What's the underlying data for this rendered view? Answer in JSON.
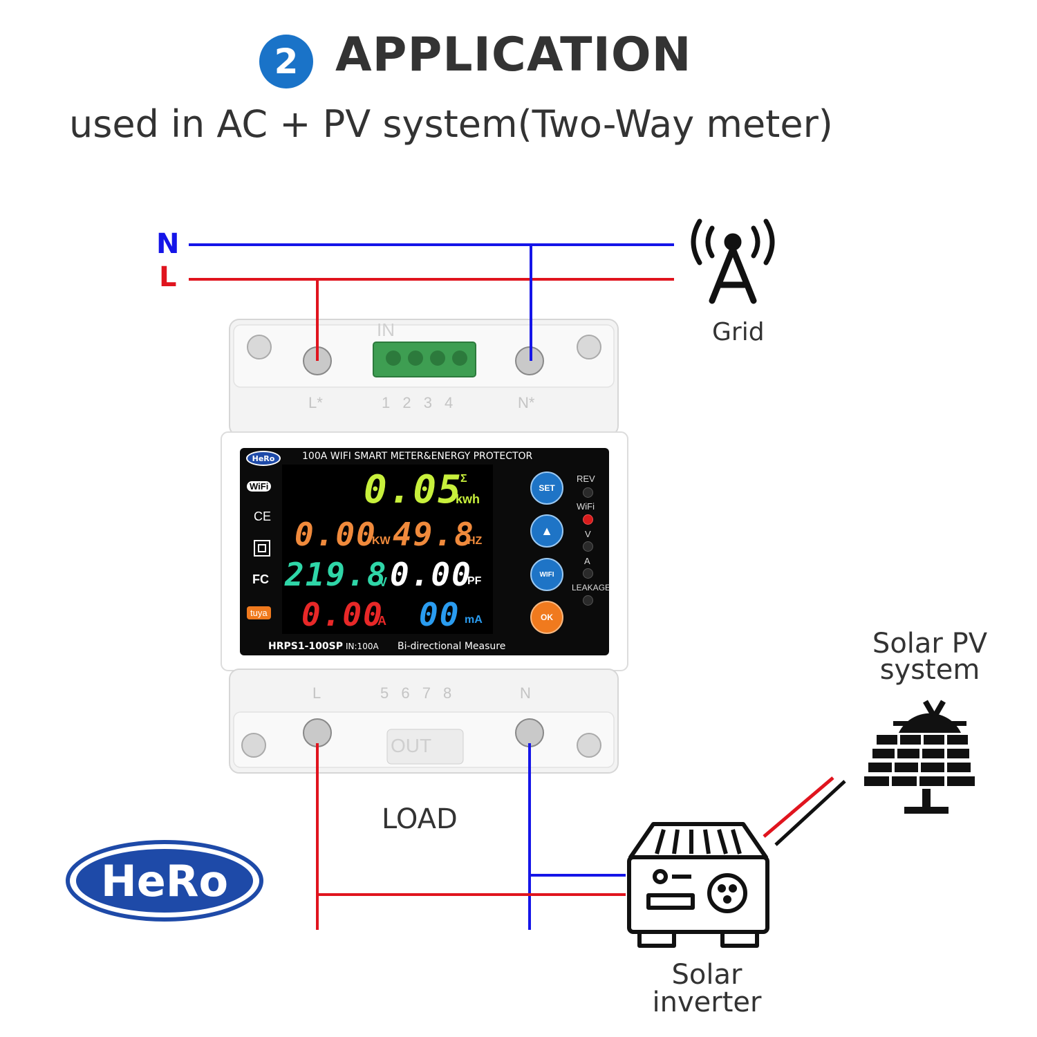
{
  "header": {
    "step_number": "2",
    "title": "APPLICATION",
    "subtitle": "used in AC + PV system(Two-Way meter)"
  },
  "lines": {
    "neutral": "N",
    "live": "L"
  },
  "labels": {
    "grid": "Grid",
    "load": "LOAD",
    "solar_pv": "Solar PV system",
    "solar_inverter": "Solar inverter",
    "brand": "HeRo"
  },
  "meter": {
    "brand": "HeRo",
    "title": "100A WIFI SMART METER&ENERGY PROTECTOR",
    "model": "HRPS1-100SP",
    "rating": "IN:100A",
    "feature": "Bi-directional Measure",
    "terminals_in": {
      "left": "L*",
      "numbers": "1 2 3 4",
      "right": "N*",
      "marking": "IN"
    },
    "terminals_out": {
      "left": "L",
      "numbers": "5 6 7 8",
      "right": "N",
      "marking": "OUT"
    },
    "badges": {
      "wifi": "WiFi",
      "ce": "CE",
      "fc": "FC",
      "tuya": "tuya"
    },
    "display": {
      "energy": "0.05",
      "energy_unit": "kwh",
      "energy_sigma": "Σ",
      "power": "0.00",
      "power_unit": "KW",
      "frequency": "49.8",
      "frequency_unit": "HZ",
      "voltage": "219.8",
      "voltage_unit": "V",
      "power_factor": "0.00",
      "power_factor_unit": "PF",
      "current": "0.00",
      "current_unit": "A",
      "leakage": "00",
      "leakage_unit": "mA"
    },
    "buttons": {
      "set": "SET",
      "up": "▲",
      "wifi": "WIFI",
      "ok": "OK"
    },
    "indicators": [
      "REV",
      "WiFi",
      "V",
      "A",
      "LEAKAGE"
    ]
  },
  "colors": {
    "neutral": "#1515e8",
    "live": "#e0141e",
    "accent": "#1a73c8",
    "lcd_energy": "#c8f03c",
    "lcd_power": "#f08a3c",
    "lcd_voltage": "#2fd6a8",
    "lcd_pf": "#ffffff",
    "lcd_current": "#e82828",
    "lcd_leakage": "#2a9cf0",
    "ok_button": "#f07a1e"
  }
}
